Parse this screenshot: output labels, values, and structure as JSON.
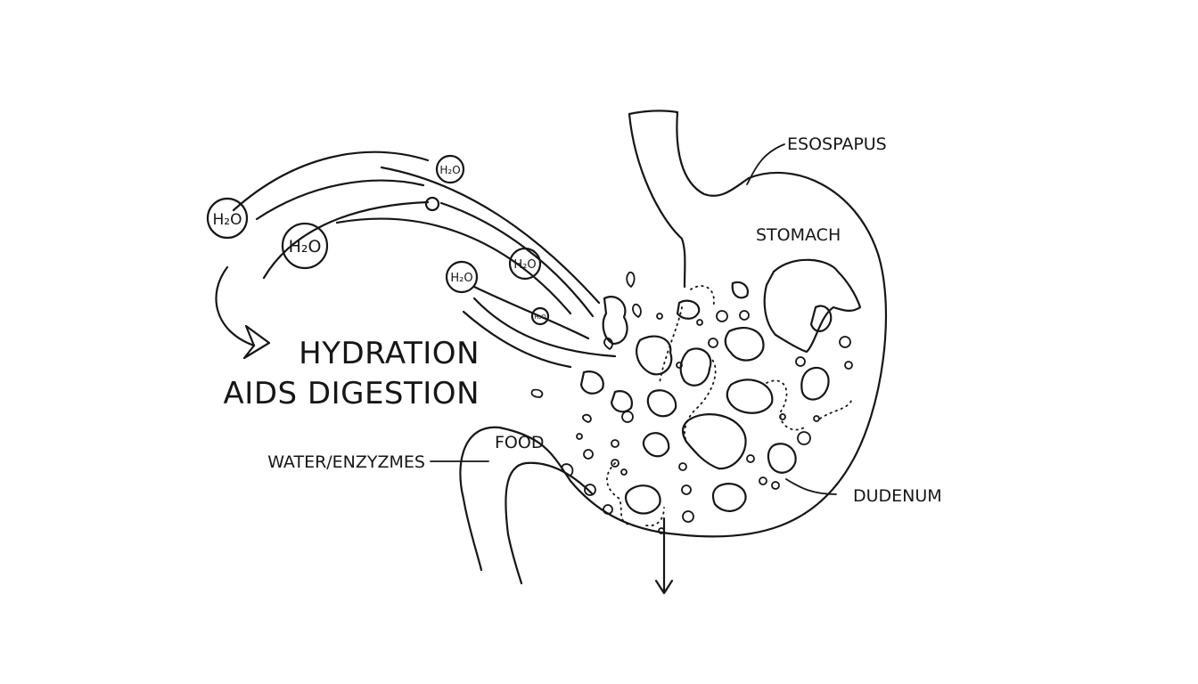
{
  "title_line1": "HYDRATION",
  "title_line2": "AIDS DIGESTION",
  "labels": {
    "esophagus": "ESOSPAPUS",
    "stomach": "STOMACH",
    "duodenum": "DUDENUM",
    "food": "FOOD",
    "water_enzymes": "WATER/ENZYZMES"
  },
  "h2o_label": "H₂O"
}
